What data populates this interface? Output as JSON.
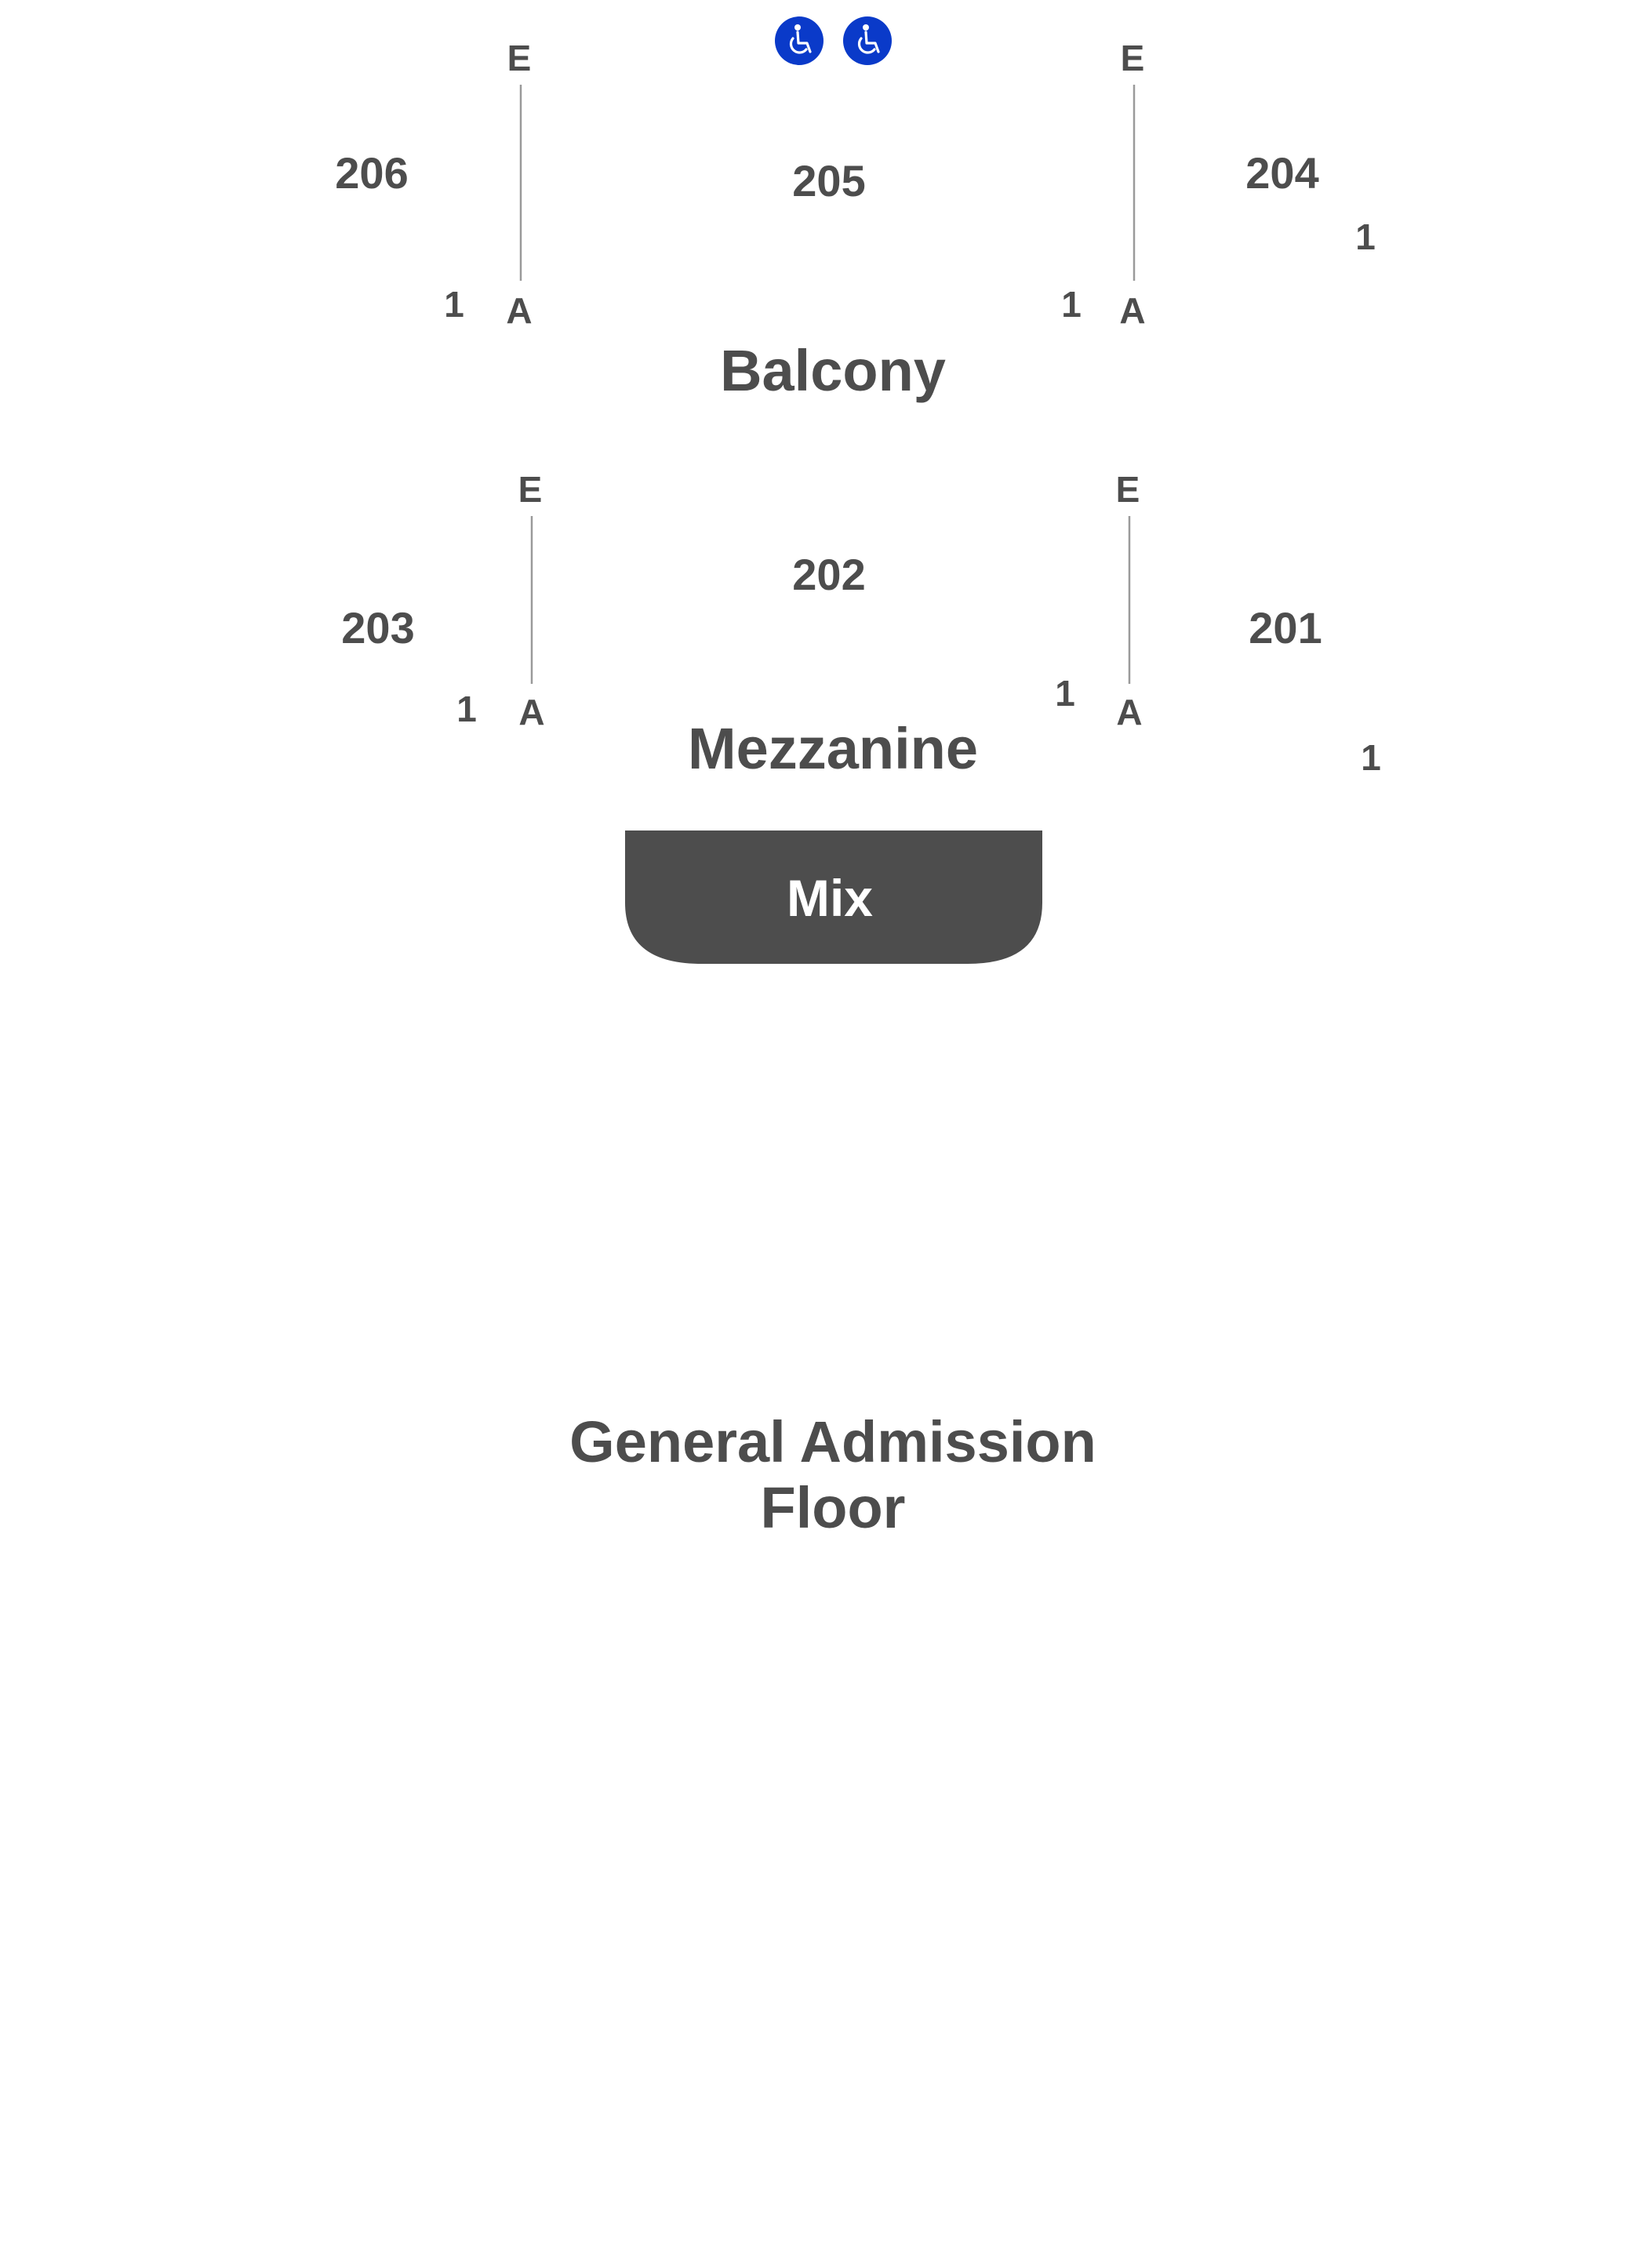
{
  "balcony": {
    "title": "Balcony",
    "sections": [
      {
        "id": "206",
        "label": "206"
      },
      {
        "id": "205",
        "label": "205"
      },
      {
        "id": "204",
        "label": "204"
      }
    ],
    "left_row_line": {
      "top_row": "E",
      "bottom_row": "A",
      "seat": "1"
    },
    "right_row_line": {
      "top_row": "E",
      "bottom_row": "A",
      "seat": "1"
    },
    "right_outer_seat": "1"
  },
  "mezzanine": {
    "title": "Mezzanine",
    "sections": [
      {
        "id": "203",
        "label": "203"
      },
      {
        "id": "202",
        "label": "202"
      },
      {
        "id": "201",
        "label": "201"
      }
    ],
    "left_row_line": {
      "top_row": "E",
      "bottom_row": "A",
      "seat": "1"
    },
    "right_row_line": {
      "top_row": "E",
      "bottom_row": "A",
      "seat": "1"
    },
    "right_outer_seat": "1"
  },
  "mix": {
    "label": "Mix"
  },
  "floor": {
    "line1": "General Admission",
    "line2": "Floor"
  },
  "accessibility": {
    "icon": "wheelchair-icon",
    "count": 2
  },
  "colors": {
    "label_gray": "#4d4d4d",
    "line_gray": "#9a9a9a",
    "accessible_blue": "#0a3ac9",
    "mix_fill": "#4d4d4d"
  }
}
